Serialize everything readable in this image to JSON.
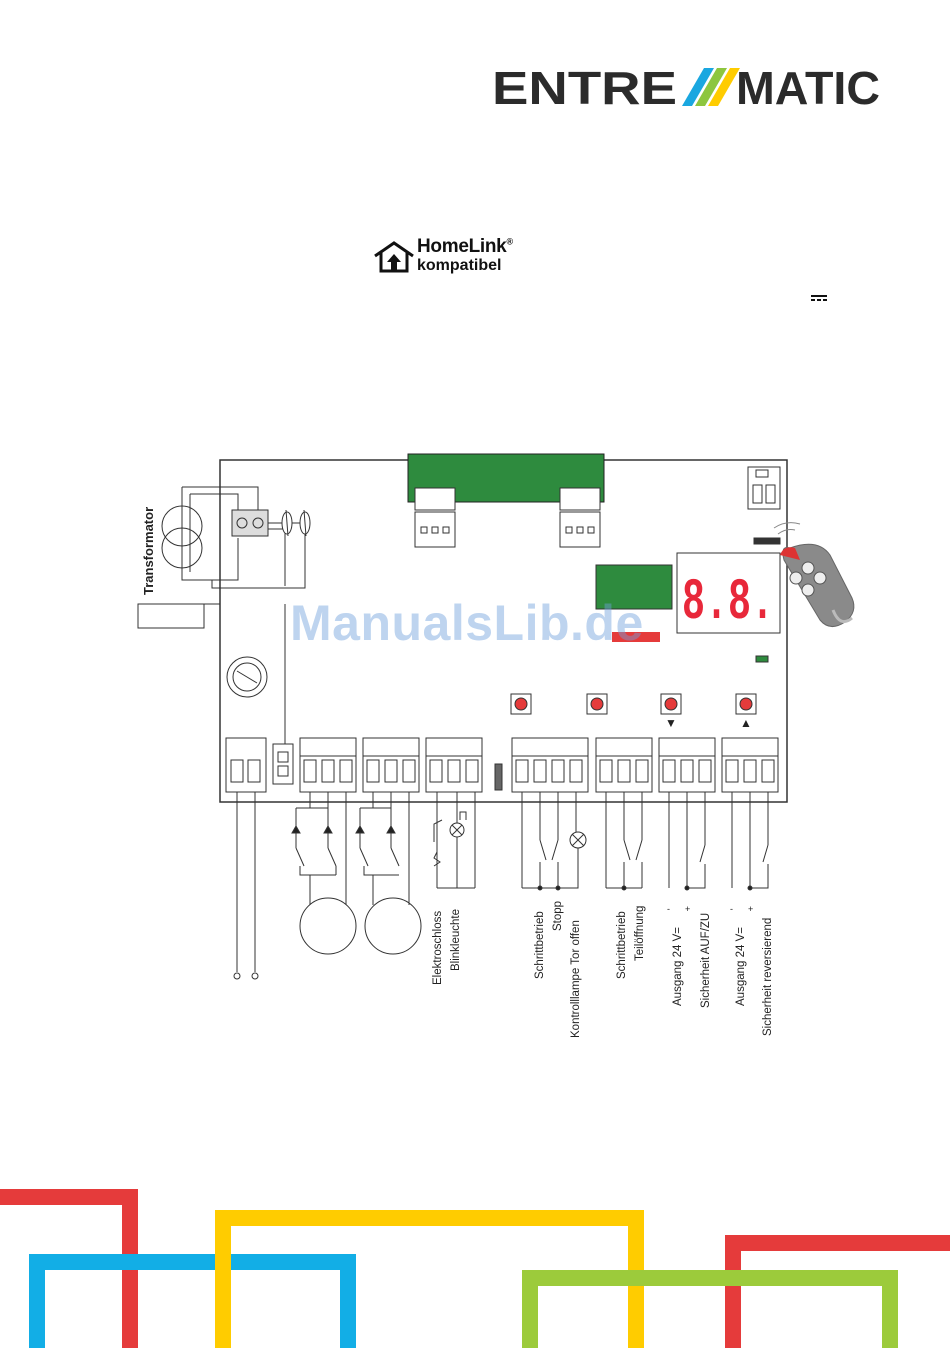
{
  "brand": {
    "name": "ENTREMATIC",
    "left": "ENTRE",
    "right": "MATIC",
    "stripe_colors": [
      "#1aa7e0",
      "#8dc63f",
      "#ffcc00"
    ]
  },
  "homelink": {
    "name": "HomeLink",
    "mark": "®",
    "subtitle": "kompatibel"
  },
  "watermark": "ManualsLib.de",
  "diagram": {
    "transformer_label": "Transformator",
    "display_digits": "8.8.",
    "terminal_labels": {
      "elektroschloss": "Elektroschloss",
      "blinkleuchte": "Blinkleuchte",
      "schrittbetrieb_1": "Schrittbetrieb",
      "stopp": "Stopp",
      "kontrolllampe": "Kontrolllampe Tor offen",
      "schrittbetrieb_2": "Schrittbetrieb",
      "teiloeffnung": "Teilöffnung",
      "ausgang_1": "Ausgang 24 V=",
      "sicherheit_auf_zu": "Sicherheit AUF/ZU",
      "ausgang_2": "Ausgang 24 V=",
      "sicherheit_reversierend": "Sicherheit reversierend"
    },
    "polarity": {
      "minus": "-",
      "plus": "+"
    },
    "button_arrows": {
      "down": "▼",
      "up": "▲"
    }
  },
  "colors": {
    "red": "#e53b3b",
    "blue": "#12aee6",
    "yellow": "#ffcc00",
    "green": "#9ccb3b",
    "pcb_green": "#2e8b3e",
    "display_red": "#e8283a"
  },
  "icons": [
    "homelink-house-icon",
    "dc-current-icon",
    "transformer-icon",
    "fuse-icon",
    "remote-control-icon",
    "motor-icon",
    "lamp-icon"
  ]
}
